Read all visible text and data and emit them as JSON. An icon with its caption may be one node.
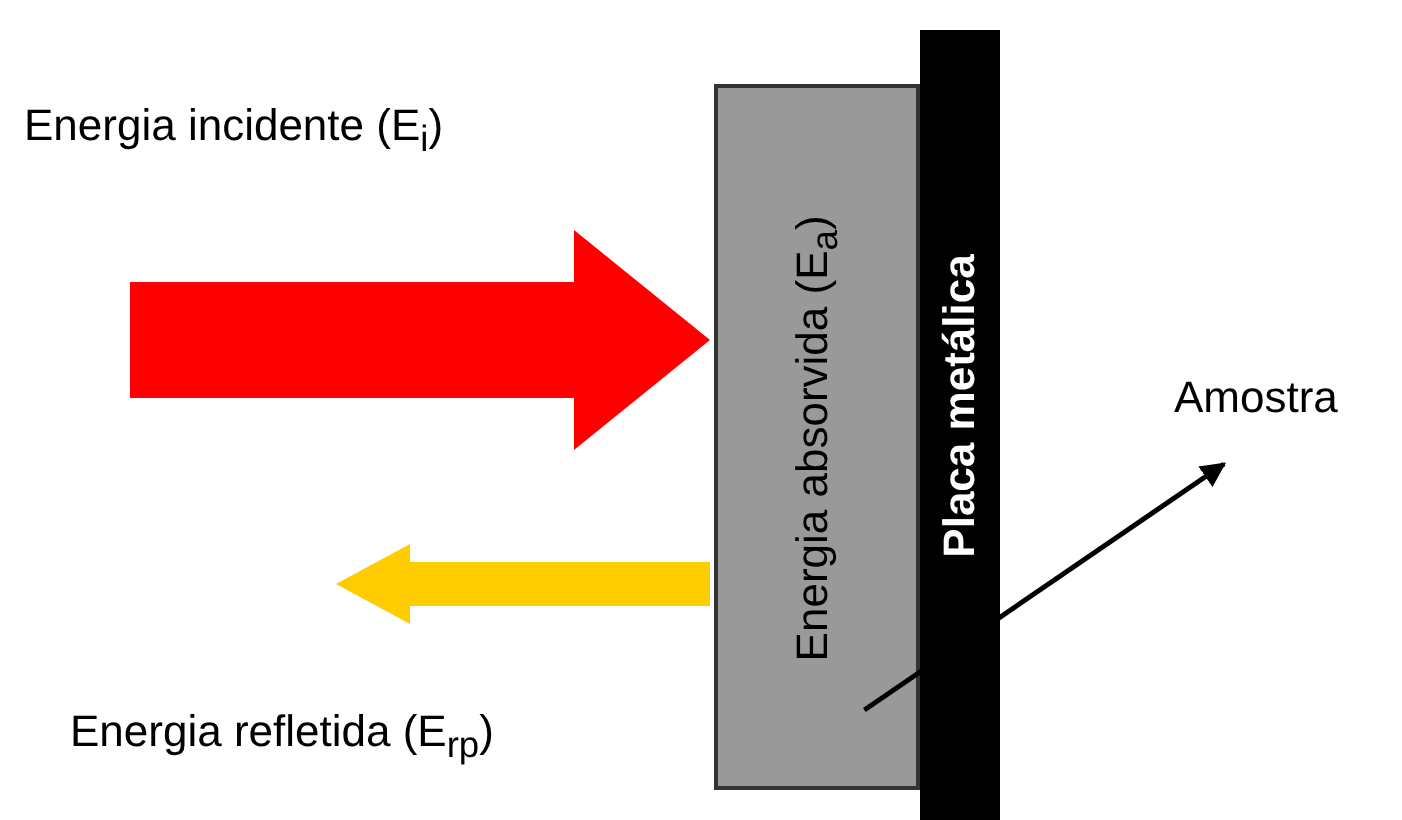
{
  "diagram": {
    "nodes": [
      {
        "text": [
          "Energia absorvida (E$_{a}$)"
        ]
      },
      {
        "text": [
          "Placa metálica"
        ]
      },
      {
        "text": [
          "Amostra"
        ]
      }
    ],
    "edges": [
      {
        "from": null,
        "to": 0,
        "arrow": "to",
        "style": "thick",
        "color": "#ff0000"
      },
      {
        "from": 0,
        "to": null,
        "arrow": "to",
        "style": "thick",
        "color": "#ffcc00"
      },
      {
        "from": 0,
        "to": 2,
        "arrow": "to",
        "color": "#000000"
      }
    ],
    "labels": [
      "Energia incidente (E$_{i}$)",
      "Energia refletida (E$_{rp}$)"
    ]
  }
}
